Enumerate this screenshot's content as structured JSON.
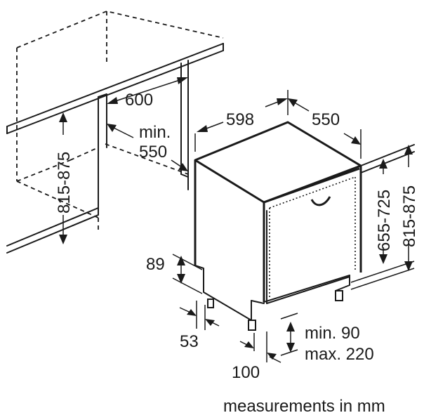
{
  "labels": {
    "cabinet_width": "600",
    "min_depth_line1": "min.",
    "min_depth_line2": "550",
    "appliance_width": "598",
    "appliance_depth": "550",
    "niche_height_left": "815-875",
    "appliance_height_range": "655-725",
    "niche_height_right": "815-875",
    "plinth_height": "89",
    "plinth_recess": "53",
    "door_gap_min": "min. 90",
    "door_gap_max": "max. 220",
    "foot_offset": "100",
    "units": "measurements in mm"
  }
}
